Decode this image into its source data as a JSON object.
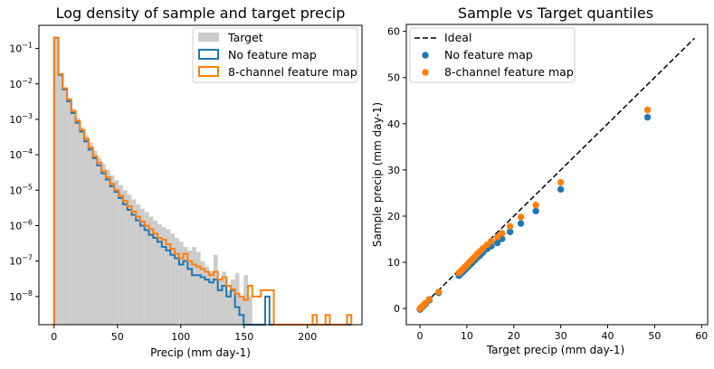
{
  "figure": {
    "background": "#ffffff",
    "colors": {
      "target": "#cccccc",
      "no_feature": "#1f77b4",
      "eight_channel": "#ff7f0e",
      "ideal": "#000000"
    }
  },
  "chart_data": [
    {
      "type": "histogram",
      "title": "Log density of sample and target precip",
      "xlabel": "Precip (mm day-1)",
      "ylabel": "",
      "xlim": [
        -12,
        243
      ],
      "ylim": [
        1.6e-09,
        0.45
      ],
      "yscale": "log",
      "xticks": [
        0,
        50,
        100,
        150,
        200
      ],
      "xtick_labels": [
        "0",
        "50",
        "100",
        "150",
        "200"
      ],
      "yticks": [
        1e-08,
        1e-07,
        1e-06,
        1e-05,
        0.0001,
        0.001,
        0.01,
        0.1
      ],
      "ytick_labels": [
        {
          "base": "10",
          "exp": "−8"
        },
        {
          "base": "10",
          "exp": "−7"
        },
        {
          "base": "10",
          "exp": "−6"
        },
        {
          "base": "10",
          "exp": "−5"
        },
        {
          "base": "10",
          "exp": "−4"
        },
        {
          "base": "10",
          "exp": "−3"
        },
        {
          "base": "10",
          "exp": "−2"
        },
        {
          "base": "10",
          "exp": "−1"
        }
      ],
      "legend": {
        "position": "top-right",
        "entries": [
          "Target",
          "No feature map",
          "8-channel feature map"
        ]
      },
      "bin_edges": [
        0,
        3.4,
        6.8,
        10.2,
        13.6,
        17.0,
        20.4,
        23.8,
        27.2,
        30.6,
        34.0,
        37.4,
        40.8,
        44.2,
        47.6,
        51.0,
        54.4,
        57.8,
        61.2,
        64.6,
        68.0,
        71.4,
        74.8,
        78.2,
        81.6,
        85.0,
        88.4,
        91.8,
        95.2,
        98.6,
        102.0,
        105.4,
        108.8,
        112.2,
        115.6,
        119.0,
        122.4,
        125.8,
        129.2,
        132.6,
        136.0,
        139.4,
        142.8,
        146.2,
        149.6,
        153.0,
        156.4,
        159.8,
        163.2,
        166.6,
        170.0,
        173.4,
        176.8,
        180.2,
        183.6,
        187.0,
        190.4,
        193.8,
        197.2,
        200.6,
        204.0,
        207.4,
        210.8,
        214.2,
        217.6,
        221.0,
        224.4,
        227.8,
        231.2,
        234.6
      ],
      "series": [
        {
          "name": "Target",
          "style": "filled",
          "values": [
            0.2,
            0.02,
            0.008,
            0.004,
            0.002,
            0.0011,
            0.0006,
            0.00035,
            0.00022,
            0.00013,
            8e-05,
            5.5e-05,
            3.8e-05,
            2.6e-05,
            1.9e-05,
            1.4e-05,
            1e-05,
            7.5e-06,
            5.5e-06,
            4e-06,
            3e-06,
            2.4e-06,
            1.8e-06,
            1.4e-06,
            1.1e-06,
            9e-07,
            8e-07,
            6e-07,
            4.5e-07,
            3.5e-07,
            2.5e-07,
            2e-07,
            2.5e-07,
            1.8e-07,
            1e-07,
            7e-08,
            5e-08,
            1.5e-07,
            3e-08,
            5e-08,
            1.5e-08,
            3e-08,
            4.5e-08,
            1e-08,
            4e-08,
            1e-08,
            0,
            0,
            0,
            0,
            0,
            0,
            0,
            0,
            0,
            0,
            0,
            0,
            0,
            0,
            0,
            0,
            0,
            0,
            0,
            0,
            0,
            0,
            0
          ]
        },
        {
          "name": "No feature map",
          "style": "step",
          "values": [
            0.2,
            0.018,
            0.007,
            0.0032,
            0.0015,
            0.0008,
            0.00045,
            0.00024,
            0.00014,
            8e-05,
            5e-05,
            3e-05,
            2e-05,
            1.3e-05,
            9e-06,
            6e-06,
            4e-06,
            2.8e-06,
            2e-06,
            1.4e-06,
            1e-06,
            7.5e-07,
            5.5e-07,
            4.5e-07,
            3.5e-07,
            2.5e-07,
            2e-07,
            1.5e-07,
            1.2e-07,
            8e-08,
            1e-07,
            6e-08,
            4e-08,
            4e-08,
            3.5e-08,
            3e-08,
            2.5e-08,
            3e-08,
            1.5e-08,
            2e-08,
            1e-08,
            1.5e-08,
            5e-09,
            3e-09,
            1.5e-09,
            0,
            0,
            0,
            0,
            1e-08,
            0,
            0,
            0,
            0,
            0,
            0,
            0,
            0,
            0,
            0,
            0,
            0,
            0,
            0,
            0,
            0,
            0,
            0,
            0
          ]
        },
        {
          "name": "8-channel feature map",
          "style": "step",
          "values": [
            0.2,
            0.019,
            0.0075,
            0.0036,
            0.0017,
            0.0009,
            0.0005,
            0.00028,
            0.00016,
            9e-05,
            6e-05,
            3.5e-05,
            2.3e-05,
            1.5e-05,
            1e-05,
            7e-06,
            5e-06,
            3.5e-06,
            2.5e-06,
            1.8e-06,
            1.3e-06,
            1e-06,
            8e-07,
            6e-07,
            4.5e-07,
            4e-07,
            3e-07,
            2.2e-07,
            1.6e-07,
            1.2e-07,
            1.6e-07,
            1e-07,
            8e-08,
            7e-08,
            6e-08,
            5e-08,
            4e-08,
            5e-08,
            3e-08,
            3.5e-08,
            2e-08,
            1.6e-08,
            1.2e-08,
            1e-08,
            8e-09,
            2e-08,
            1e-08,
            1e-08,
            1.5e-08,
            1.5e-08,
            1.5e-08,
            0,
            0,
            0,
            0,
            0,
            0,
            0,
            0,
            0,
            3e-09,
            0,
            0,
            3e-09,
            0,
            0,
            0,
            0,
            3e-09
          ]
        }
      ]
    },
    {
      "type": "scatter",
      "title": "Sample vs Target quantiles",
      "xlabel": "Target precip (mm day-1)",
      "ylabel": "Sample precip (mm day-1)",
      "xlim": [
        -2.9,
        61.3
      ],
      "ylim": [
        -3.5,
        61.5
      ],
      "xticks": [
        0,
        10,
        20,
        30,
        40,
        50,
        60
      ],
      "xtick_labels": [
        "0",
        "10",
        "20",
        "30",
        "40",
        "50",
        "60"
      ],
      "yticks": [
        0,
        10,
        20,
        30,
        40,
        50,
        60
      ],
      "ytick_labels": [
        "0",
        "10",
        "20",
        "30",
        "40",
        "50",
        "60"
      ],
      "legend": {
        "position": "top-left",
        "entries": [
          "Ideal",
          "No feature map",
          "8-channel feature map"
        ]
      },
      "ideal": {
        "x": [
          0,
          58.5
        ],
        "y": [
          0,
          58.5
        ]
      },
      "series": [
        {
          "name": "No feature map",
          "x": [
            0,
            0.2,
            0.5,
            0.8,
            1.2,
            2.0,
            4.0,
            8.3,
            8.6,
            9.0,
            9.3,
            9.6,
            10.0,
            10.4,
            10.8,
            11.2,
            11.7,
            12.2,
            12.8,
            13.4,
            14.3,
            15.2,
            16.5,
            17.5,
            19.2,
            21.5,
            24.7,
            30.0,
            48.5
          ],
          "y": [
            -0.2,
            0.0,
            0.3,
            0.6,
            1.0,
            1.8,
            3.4,
            7.1,
            7.4,
            7.8,
            8.1,
            8.4,
            8.8,
            9.2,
            9.6,
            10.0,
            10.5,
            11.0,
            11.5,
            12.1,
            12.9,
            13.5,
            14.2,
            15.1,
            16.6,
            18.4,
            21.1,
            25.8,
            41.4
          ]
        },
        {
          "name": "8-channel feature map",
          "x": [
            0,
            0.2,
            0.5,
            0.8,
            1.2,
            2.0,
            4.0,
            8.3,
            8.6,
            9.0,
            9.3,
            9.6,
            10.0,
            10.4,
            10.8,
            11.2,
            11.7,
            12.2,
            12.8,
            13.4,
            14.3,
            15.2,
            16.5,
            17.5,
            19.2,
            21.5,
            24.7,
            30.0,
            48.5
          ],
          "y": [
            0.0,
            0.2,
            0.5,
            0.8,
            1.2,
            2.0,
            3.6,
            7.7,
            8.0,
            8.4,
            8.7,
            9.0,
            9.4,
            9.9,
            10.3,
            10.7,
            11.2,
            11.8,
            12.4,
            13.0,
            13.8,
            14.6,
            15.5,
            16.3,
            17.8,
            19.8,
            22.4,
            27.3,
            43.0
          ]
        }
      ]
    }
  ]
}
